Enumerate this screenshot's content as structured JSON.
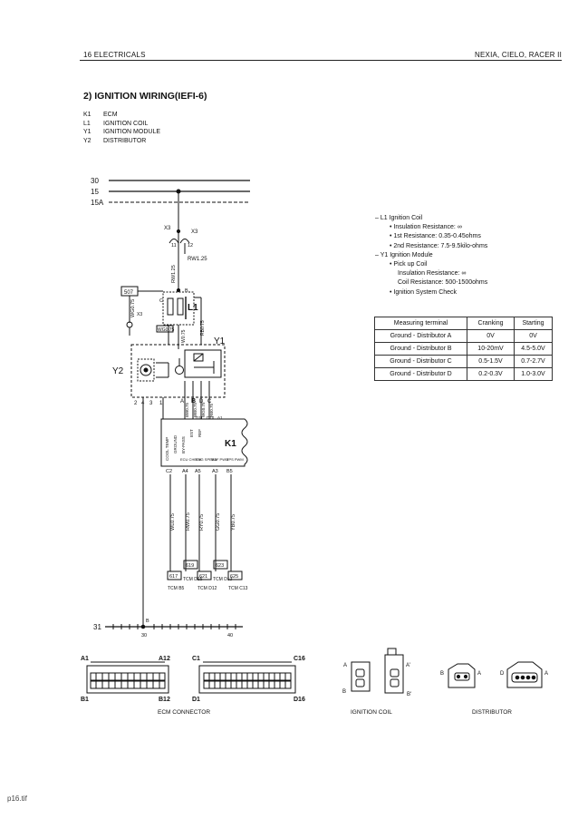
{
  "header": {
    "left": "16 ELECTRICALS",
    "right": "NEXIA, CIELO, RACER II"
  },
  "section_title": "2) IGNITION WIRING(IEFI-6)",
  "legend": [
    {
      "code": "K1",
      "name": "ECM"
    },
    {
      "code": "L1",
      "name": "IGNITION COIL"
    },
    {
      "code": "Y1",
      "name": "IGNITION MODULE"
    },
    {
      "code": "Y2",
      "name": "DISTRIBUTOR"
    }
  ],
  "spec": {
    "l1_title": "–  L1 Ignition Coil",
    "l1_items": [
      "•  Insulation Resistance: ∞",
      "•  1st Resistance: 0.35-0.45ohms",
      "•  2nd Resistance: 7.5-9.5kilo-ohms"
    ],
    "y1_title": "–  Y1 Ignition Module",
    "y1_items": [
      "•  Pick up Coil",
      "Insulation Resistance: ∞",
      "Coil Resistance: 500-1500ohms",
      "•  Ignition System Check"
    ]
  },
  "table": {
    "headers": [
      "Measuring terminal",
      "Cranking",
      "Starting"
    ],
    "rows": [
      [
        "Ground - Distributor A",
        "0V",
        "0V"
      ],
      [
        "Ground - Distributor B",
        "10-20mV",
        "4.5-5.0V"
      ],
      [
        "Ground - Distributor C",
        "0.5-1.5V",
        "0.7-2.7V"
      ],
      [
        "Ground - Distributor D",
        "0.2-0.3V",
        "1.0-3.0V"
      ]
    ]
  },
  "diagram": {
    "rail_30": "30",
    "rail_15": "15",
    "rail_15a": "15A",
    "x3_left": "X3",
    "x3_right": "X3",
    "pin_11": "11",
    "pin_12": "12",
    "wire_rw125": "RW1.25",
    "wire_rw125_v": "RW1.25",
    "box_507": "507",
    "wire_wg75": "WG0.75",
    "x3_small": "X3",
    "l1_label": "L1",
    "l1_b": "B",
    "l1_c": "C",
    "l1_a": "A",
    "wire_rb075": "RB0.75",
    "wire_wg075": "WG0.75",
    "wire_w075": "W0.75",
    "y1_label": "Y1",
    "y2_label": "Y2",
    "dist_pins": [
      "2",
      "4",
      "3",
      "1"
    ],
    "k1_label": "K1",
    "k1_top_pins": [
      "A",
      "B",
      "D",
      "C"
    ],
    "k1_top_wires": [
      "BW0.75",
      "WB0.75",
      "WG0.75",
      "RB0.75"
    ],
    "k1_top_sub": [
      "D11",
      "D10",
      "A1"
    ],
    "k1_funcs_top": [
      "COOL TEMP",
      "GROUND",
      "BY-PASS",
      "EST",
      "REF"
    ],
    "k1_bottom_funcs": [
      "ECU CHECK",
      "ENG SPEED",
      "MAF PWM",
      "TPS PWM"
    ],
    "k1_bottom_pins": [
      "C2",
      "A4",
      "A5",
      "A3",
      "B5"
    ],
    "lower_wires": [
      "WL0.75",
      "RW0.75",
      "RY0.75",
      "GG0.75",
      "YB0.75"
    ],
    "box_619": "619",
    "box_623": "623",
    "box_617": "617",
    "box_621": "621",
    "box_625": "625",
    "tcm_d15": "TCM D15",
    "tcm_d13": "TCM D13",
    "tcm_b5": "TCM B5",
    "tcm_d12": "TCM D12",
    "tcm_c13": "TCM C13",
    "ground_31": "31",
    "ground_b": "B",
    "ground_30": "30",
    "ground_40": "40"
  },
  "connectors": {
    "ecm": {
      "a1": "A1",
      "a12": "A12",
      "b1": "B1",
      "b12": "B12",
      "c1": "C1",
      "c16": "C16",
      "d1": "D1",
      "d16": "D16",
      "caption": "ECM CONNECTOR"
    },
    "ignition_coil": {
      "a": "A",
      "a2": "A'",
      "b": "B",
      "b2": "B'",
      "caption": "IGNITION COIL"
    },
    "distributor": {
      "b": "B",
      "a": "A",
      "d": "D",
      "a2": "A",
      "caption": "DISTRIBUTOR"
    }
  },
  "footer": "p16.tif"
}
